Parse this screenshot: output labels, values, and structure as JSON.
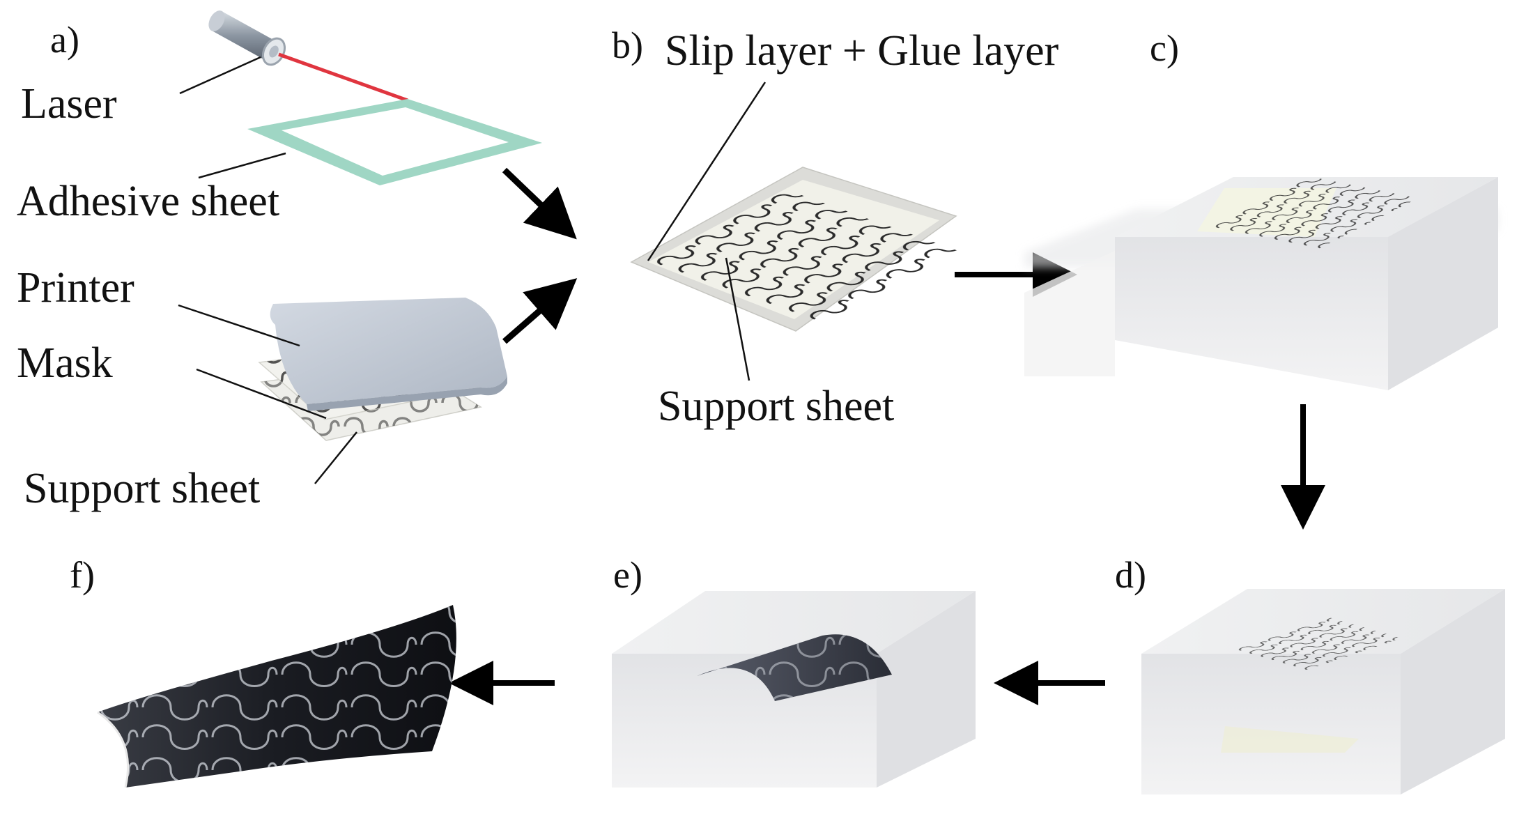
{
  "panels": {
    "a": "a)",
    "b": "b)",
    "c": "c)",
    "d": "d)",
    "e": "e)",
    "f": "f)"
  },
  "labels": {
    "laser": "Laser",
    "adhesive_sheet": "Adhesive sheet",
    "printer": "Printer",
    "mask": "Mask",
    "support_sheet_a": "Support sheet",
    "slip_glue": "Slip layer + Glue layer",
    "support_sheet_b": "Support sheet"
  },
  "colors": {
    "laser_beam": "#e0353f",
    "adhesive_frame": "#9fd6c4",
    "printer": "#c4ccd8",
    "block": "#e9eaec",
    "dark_film": "#1c1e24",
    "arrow": "#000000"
  }
}
